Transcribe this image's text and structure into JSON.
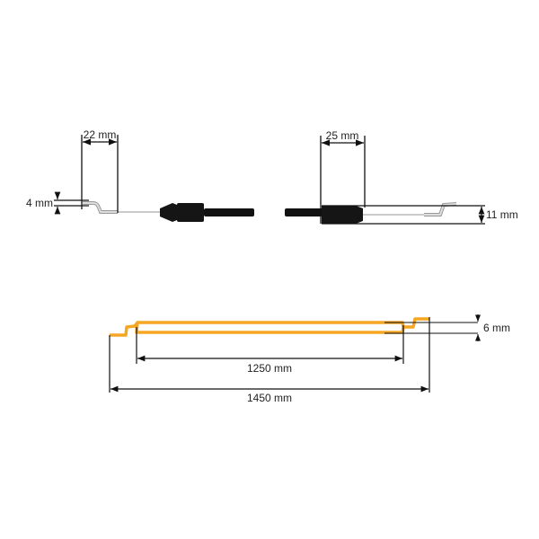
{
  "colors": {
    "cable": "#f5a623",
    "ink": "#111111",
    "wire": "#b8b8b8",
    "connector": "#151515"
  },
  "left_end": {
    "width_label": "22 mm",
    "height_label": "4 mm"
  },
  "right_end": {
    "width_label": "25 mm",
    "height_label": "11 mm"
  },
  "overall": {
    "inner_length_label": "1250 mm",
    "total_length_label": "1450 mm",
    "offset_label": "6 mm"
  }
}
